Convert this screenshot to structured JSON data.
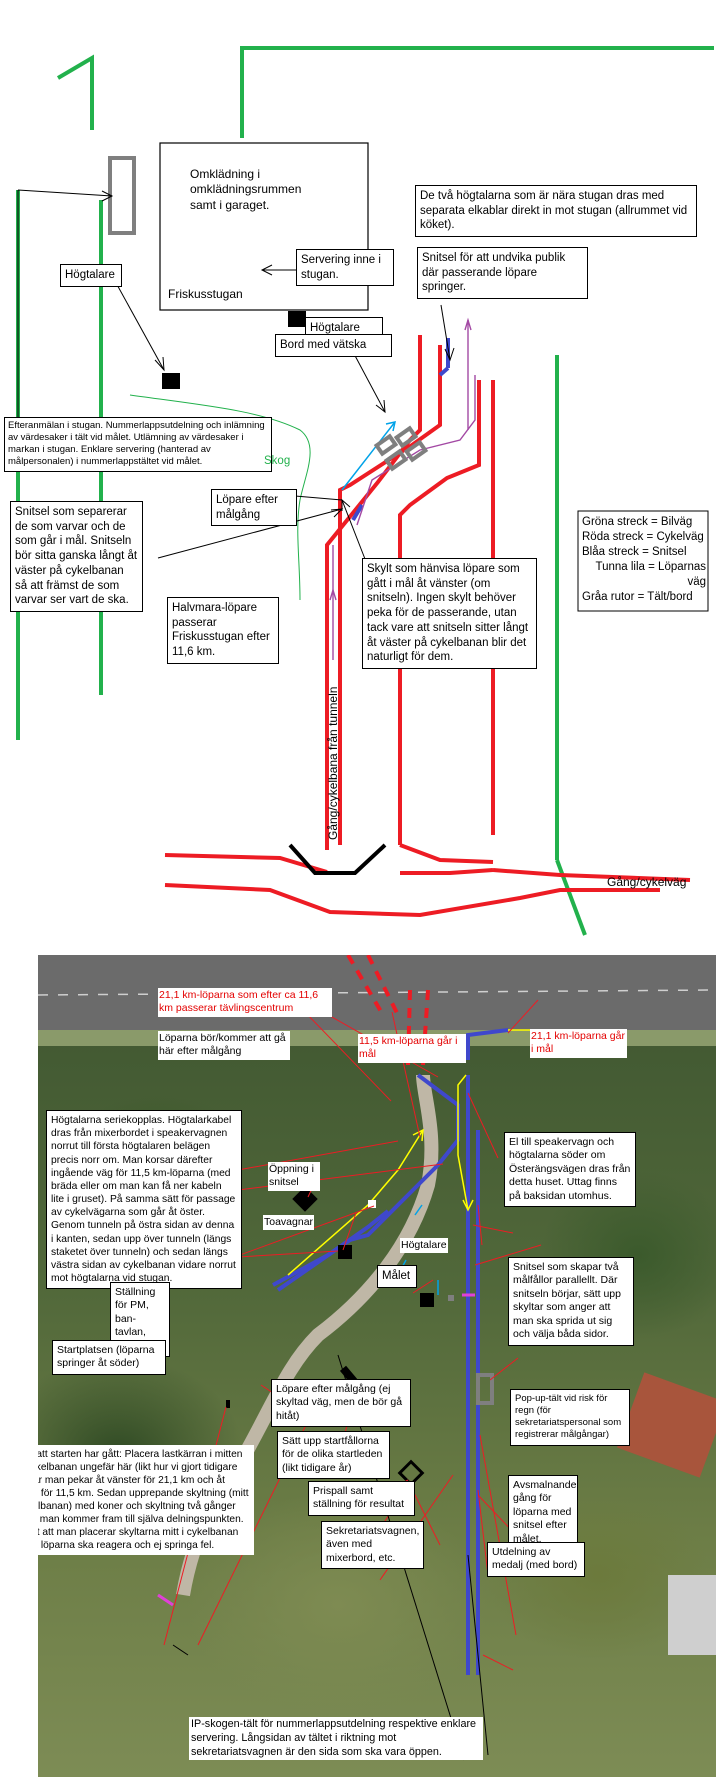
{
  "top_map": {
    "notes": {
      "omkladning": "Omklädning i omklädningsrummen samt i garaget.",
      "friskusstugan": "Friskusstugan",
      "servering": "Servering inne i stugan.",
      "hogtalarna_tva": "De två högtalarna som är nära stugan dras med separata elkablar direkt in mot stugan (allrummet vid köket).",
      "snitsel_undvika": "Snitsel för att undvika publik där passerande löpare springer.",
      "hogtalare_left": "Högtalare",
      "hogtalare_mid": "Högtalare",
      "bord_vatska": "Bord med vätska",
      "efteranmalan": "Efteranmälan i stugan. Nummerlappsutdelning och inlämning av värdesaker i tält vid målet. Utlämning av värdesaker i markan i stugan. Enklare servering (hanterad av målpersonalen) i nummerlappstältet vid målet.",
      "skog": "Skog",
      "lopare_efter": "Löpare efter målgång",
      "snitsel_separerar": "Snitsel som separerar de som varvar och de som går i mål. Snitseln bör sitta ganska långt åt väster på cykelbanan så att främst de som varvar ser vart de ska.",
      "skylt": "Skylt som hänvisa löpare som gått i mål åt vänster (om snitseln). Ingen skylt behöver peka för de passerande, utan tack vare att snitseln sitter långt åt väster på cykelbanan blir det naturligt för dem.",
      "halvmara": "Halvmara-löpare passerar Friskusstugan efter 11,6 km.",
      "gang_tunneln": "Gång/cykelbana från tunneln",
      "gang_cykelvag": "Gång/cykelväg"
    },
    "legend": [
      "Gröna streck = Bilväg",
      "Röda streck = Cykelväg",
      "Blåa streck = Snitsel",
      "Tunna lila = Löparnas väg",
      "Gråa rutor = Tält/bord"
    ],
    "colors": {
      "bilvag": "#22b14c",
      "cykelvag": "#ed1c24",
      "snitsel": "#3f48cc",
      "loparnas_vag": "#a349a4",
      "talt": "#7f7f7f"
    }
  },
  "photo_map": {
    "notes": {
      "km21_passerar": "21,1 km-löparna som efter ca 11,6 km passerar tävlingscentrum",
      "lopare_bor": "Löparna bör/kommer att gå här efter målgång",
      "km115_mal": "11,5 km-löparna går i mål",
      "km21_mal": "21,1 km-löparna går i mål",
      "hogtalarna_serie": "Högtalarna seriekopplas. Högtalarkabel dras från mixerbordet i speakervagnen norrut till första högtalaren belägen precis norr om. Man korsar därefter ingående väg för 11,5 km-löparna (med bräda eller om man kan få ner kabeln lite i gruset). På samma sätt för passage av cykelvägarna som går åt öster. Genom tunneln på östra sidan av denna i kanten, sedan upp över tunneln (längs staketet över tunneln) och sedan längs västra sidan av cykelbanan vidare norrut mot högtalarna vid stugan.",
      "el_speakervagn": "El till speakervagn och högtalarna söder om Österängsvägen dras från detta huset. Uttag finns på baksidan utomhus.",
      "oppning": "Öppning i snitsel",
      "toavagnar": "Toavagnar",
      "hogtalare": "Högtalare",
      "malet": "Målet",
      "snitsel_tva": "Snitsel som skapar två målfållor parallellt. Där snitseln börjar, sätt upp skyltar som anger att man ska sprida ut sig och välja båda sidor.",
      "stallning_pm": "Ställning för PM, ban-tavlan, etc.",
      "startplatsen": "Startplatsen (löparna springer åt söder)",
      "lopare_efter": "Löpare efter målgång (ej skyltad väg, men de bör gå hitåt)",
      "popup": "Pop-up-tält vid risk för regn (för sekretariatspersonal som registrerar målgångar)",
      "startfallorna": "Sätt upp startfållorna för de olika startleden (likt tidigare år)",
      "efter_starten": "Efter att starten har gått: Placera lastkärran i mitten av cykelbanan ungefär här (likt hur vi gjort tidigare år) där man pekar åt vänster för 21,1 km och åt höger för 11,5 km. Sedan upprepande skyltning (mitt i cykelbanan) med koner och skyltning två gånger innan man kommer fram till själva delningspunkten. Viktigt att man placerar skyltarna mitt i cykelbanan för att löparna ska reagera och ej springa fel.",
      "prispall": "Prispall samt ställning för resultat",
      "sekretariatsvagnen": "Sekretariatsvagnen, även med mixerbord, etc.",
      "avsmalnande": "Avsmalnande gång för löparna med snitsel efter målet.",
      "utdelning": "Utdelning av medalj (med bord)",
      "ip_skogen": "IP-skogen-tält för nummerlappsutdelning respektive enklare servering. Långsidan av tältet i riktning mot sekretariatsvagnen är den sida som ska vara öppen."
    }
  }
}
